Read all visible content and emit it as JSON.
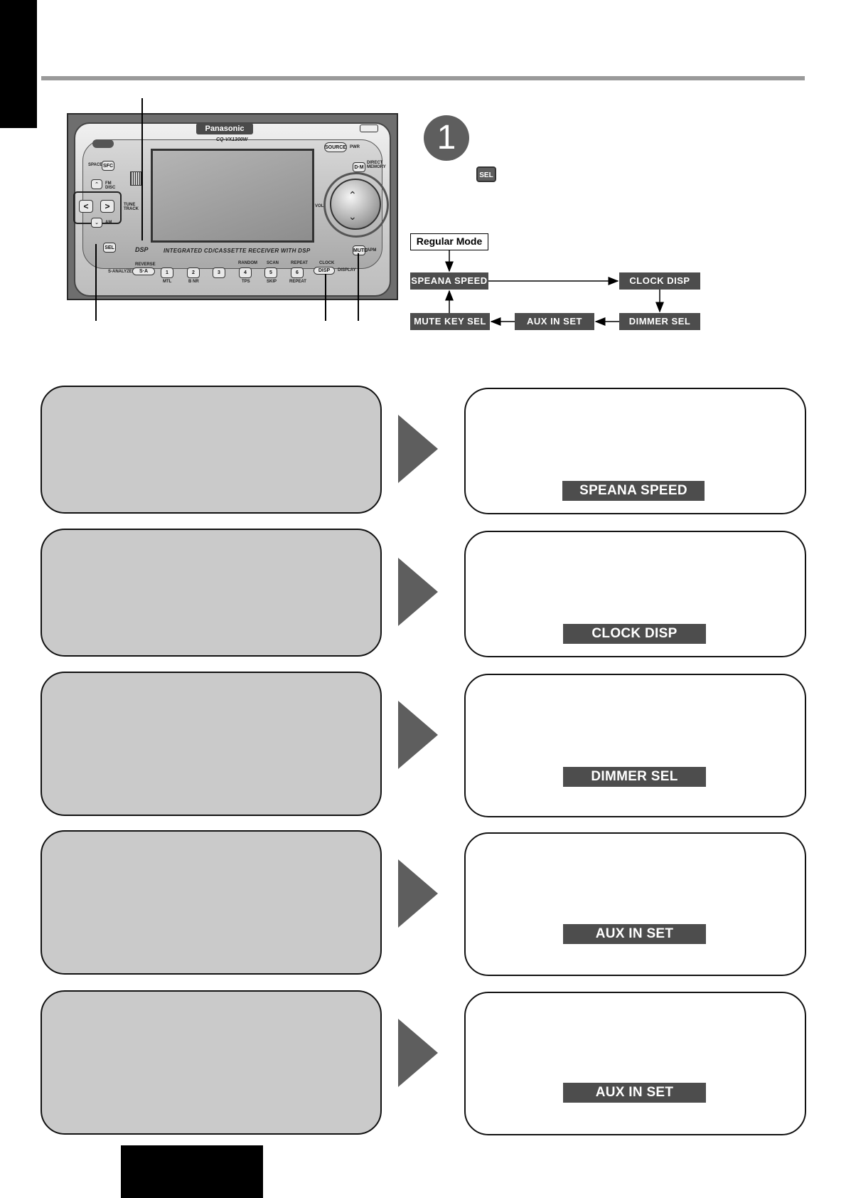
{
  "receiver": {
    "brand": "Panasonic",
    "model": "CQ-VX1300W",
    "description": "INTEGRATED CD/CASSETTE RECEIVER WITH DSP",
    "labels": {
      "space": "SPACE",
      "sfc": "SFC",
      "fm_disc": "FM DISC",
      "tune_track": "TUNE TRACK",
      "am": "AM",
      "sel": "SEL",
      "source": "SOURCE",
      "pwr": "PWR",
      "dm": "D·M",
      "direct_memory": "DIRECT MEMORY",
      "vol": "VOL",
      "mute": "MUTE",
      "apm": "APM",
      "s_analyzer": "S-ANALYZER",
      "reverse": "REVERSE",
      "sa": "S·A",
      "random": "RANDOM",
      "scan": "SCAN",
      "repeat": "REPEAT",
      "clock": "CLOCK",
      "disp": "DISP",
      "display": "DISPLAY",
      "mtl": "MTL",
      "bnr": "B NR",
      "tps": "TPS",
      "skip": "SKIP",
      "repeat_bottom": "REPEAT",
      "dsp": "DSP"
    },
    "presets": [
      "1",
      "2",
      "3",
      "4",
      "5",
      "6"
    ]
  },
  "step": {
    "number": "1",
    "key_label": "SEL"
  },
  "flow": {
    "start": "Regular Mode",
    "nodes": {
      "speana_speed": "SPEANA SPEED",
      "clock_disp": "CLOCK DISP",
      "dimmer_sel": "DIMMER SEL",
      "aux_in_set": "AUX IN SET",
      "mute_key_sel": "MUTE KEY SEL"
    }
  },
  "panels": [
    {
      "display": "SPEANA SPEED"
    },
    {
      "display": "CLOCK DISP"
    },
    {
      "display": "DIMMER SEL"
    },
    {
      "display": "AUX IN SET"
    },
    {
      "display": "AUX IN SET"
    }
  ]
}
